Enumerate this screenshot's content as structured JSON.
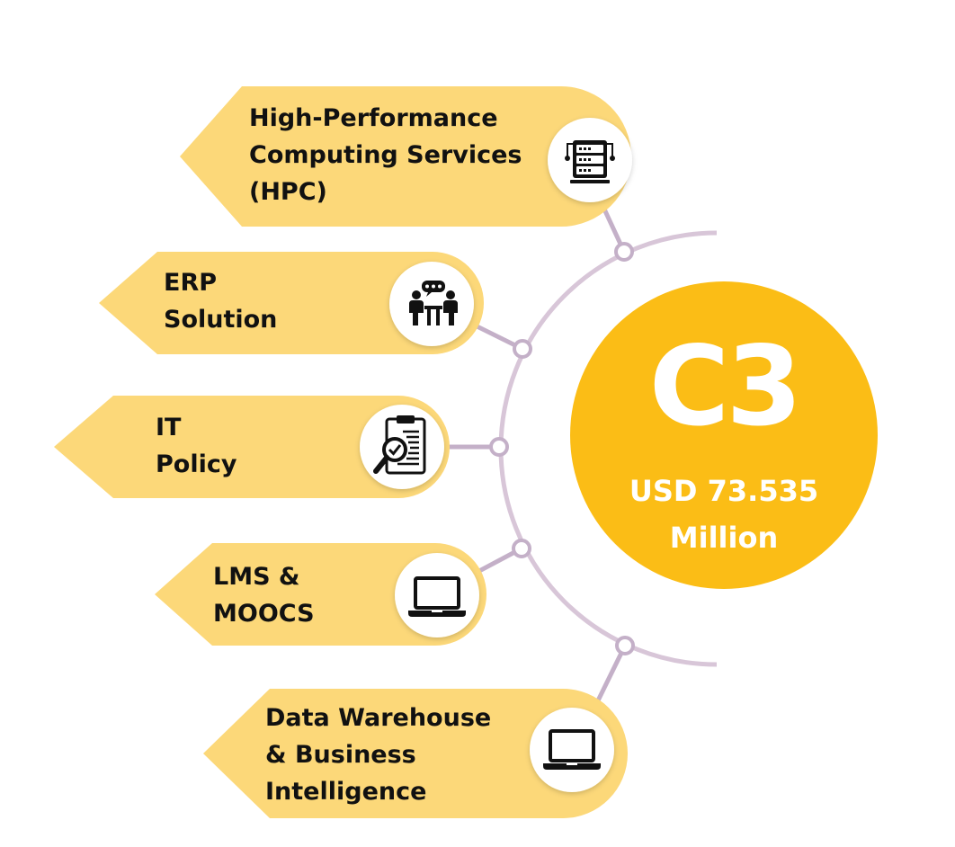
{
  "hub": {
    "title": "C3",
    "value_line1": "USD 73.535",
    "value_line2": "Million"
  },
  "items": [
    {
      "lines": [
        "High-Performance",
        "Computing Services",
        "(HPC)"
      ],
      "icon": "server-rack-icon"
    },
    {
      "lines": [
        "ERP",
        "Solution"
      ],
      "icon": "meeting-people-icon"
    },
    {
      "lines": [
        "IT",
        "Policy"
      ],
      "icon": "clipboard-magnifier-icon"
    },
    {
      "lines": [
        "LMS &",
        "MOOCS"
      ],
      "icon": "laptop-icon"
    },
    {
      "lines": [
        "Data Warehouse",
        "& Business",
        "Intelligence"
      ],
      "icon": "laptop-icon"
    }
  ],
  "colors": {
    "pill": "#fcd879",
    "hub": "#fbbd16",
    "arc": "#d8c6d8",
    "connector": "#c4b0c8",
    "icon": "#111111"
  }
}
